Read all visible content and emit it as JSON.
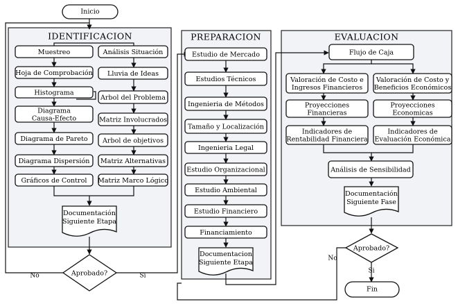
{
  "start": "Inicio",
  "end": "Fin",
  "identificacion": {
    "title": "IDENTIFICACION",
    "left": [
      "Muestreo",
      "Hoja de Comprobación",
      "Histograma",
      "Diagrama\nCausa-Efecto",
      "Diagrama de Pareto",
      "Diagrama Dispersión",
      "Gráficos de Control"
    ],
    "right": [
      "Análisis Situación",
      "Lluvia de Ideas",
      "Arbol del Problema",
      "Matriz Involucrados",
      "Arbol de objetivos",
      "Matriz Alternativas",
      "Matriz Marco Lógico"
    ],
    "doc": "Documentación\nSiguiente Etapa"
  },
  "preparacion": {
    "title": "PREPARACION",
    "items": [
      "Estudio de Mercado",
      "Estudios Técnicos",
      "Ingenieria de Métodos",
      "Tamaño y Localización",
      "Ingenieria Legal",
      "Estudio Organizacional",
      "Estudio Ambiental",
      "Estudio Financiero",
      "Financiamiento"
    ],
    "doc": "Documentacion\nSiguiente Etapa"
  },
  "evaluacion": {
    "title": "EVALUACION",
    "flujo": "Flujo de Caja",
    "left": [
      "Valoración de Costo e\nIngresos Financieros",
      "Proyecciones\nFinancieras",
      "Indicadores de\nRentabilidad Financiera"
    ],
    "right": [
      "Valoración de Costo y\nBeneficios Económicos",
      "Proyecciones\nEconomicas",
      "Indicadores de\nEvaluación Económica"
    ],
    "sensibilidad": "Análisis de Sensibilidad",
    "doc": "Documentación\nSiguiente Fase"
  },
  "decision1": {
    "label": "Aprobado?",
    "no": "No",
    "yes": "Si"
  },
  "decision2": {
    "label": "Aprobado?",
    "no": "No",
    "yes": "Si"
  }
}
